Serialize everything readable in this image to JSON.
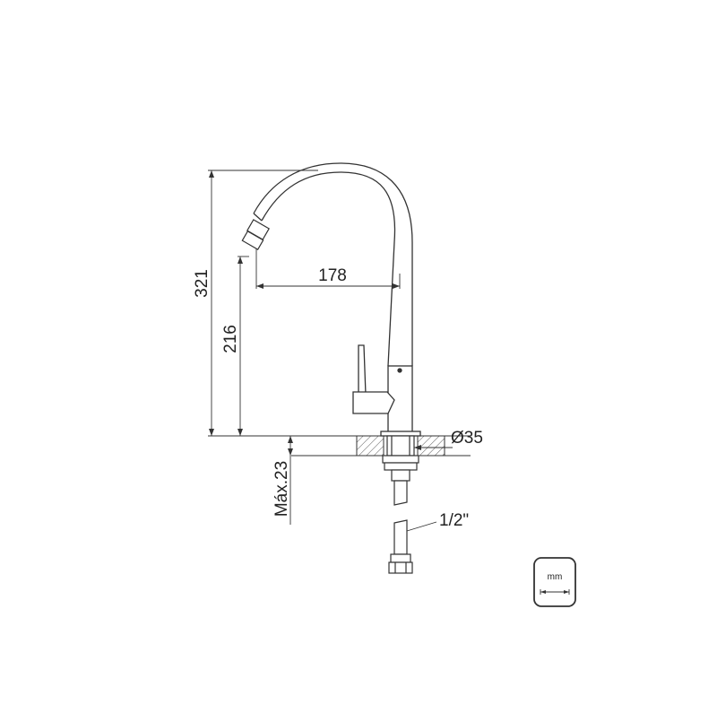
{
  "diagram": {
    "dimensions": {
      "total_height": "321",
      "spout_height": "216",
      "spout_reach": "178",
      "base_diameter": "Ø35",
      "max_counter_thickness": "Máx.23",
      "connection_thread": "1/2\""
    },
    "unit_badge": {
      "unit": "mm",
      "icon": "double-arrow-icon"
    },
    "colors": {
      "line": "#333333",
      "text": "#222222",
      "hatch": "#555555"
    }
  }
}
